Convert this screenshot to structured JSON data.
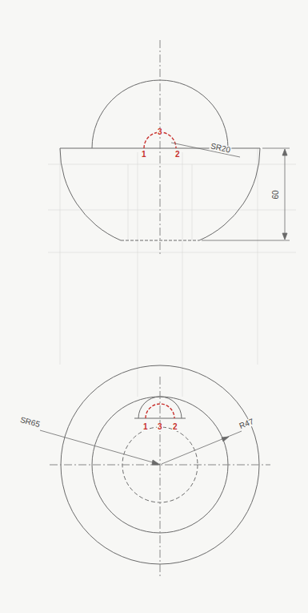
{
  "diagram": {
    "labels": [
      "SR20",
      "1",
      "3",
      "2",
      "60",
      "1",
      "3",
      "2",
      "SR65",
      "R47"
    ]
  }
}
